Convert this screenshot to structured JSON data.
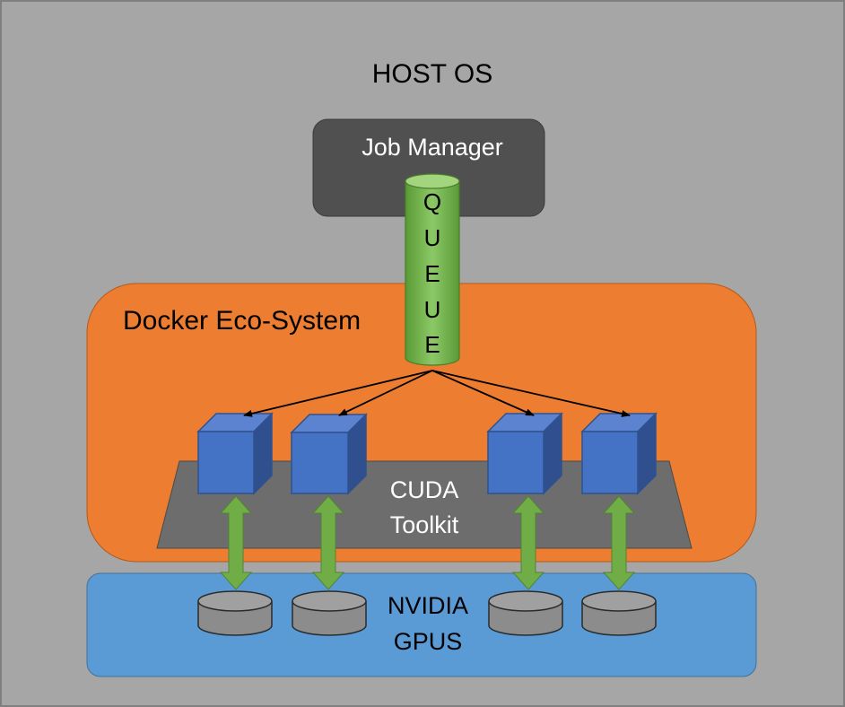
{
  "host": {
    "label": "HOST OS"
  },
  "job_manager": {
    "label": "Job Manager"
  },
  "queue": {
    "letters": [
      "Q",
      "U",
      "E",
      "U",
      "E"
    ]
  },
  "docker": {
    "label": "Docker Eco-System"
  },
  "cuda": {
    "line1": "CUDA",
    "line2": "Toolkit"
  },
  "gpus": {
    "line1": "NVIDIA",
    "line2": "GPUS"
  },
  "colors": {
    "host_bg": "#a6a6a6",
    "job_manager_bg": "#505050",
    "queue_green": "#70ad47",
    "docker_orange": "#ed7d31",
    "cuda_gray": "#6d6d6d",
    "container_blue": "#4472c4",
    "gpu_blue": "#5b9bd5",
    "gpu_disk_gray": "#8c8c8c",
    "link_green": "#70ad47"
  }
}
